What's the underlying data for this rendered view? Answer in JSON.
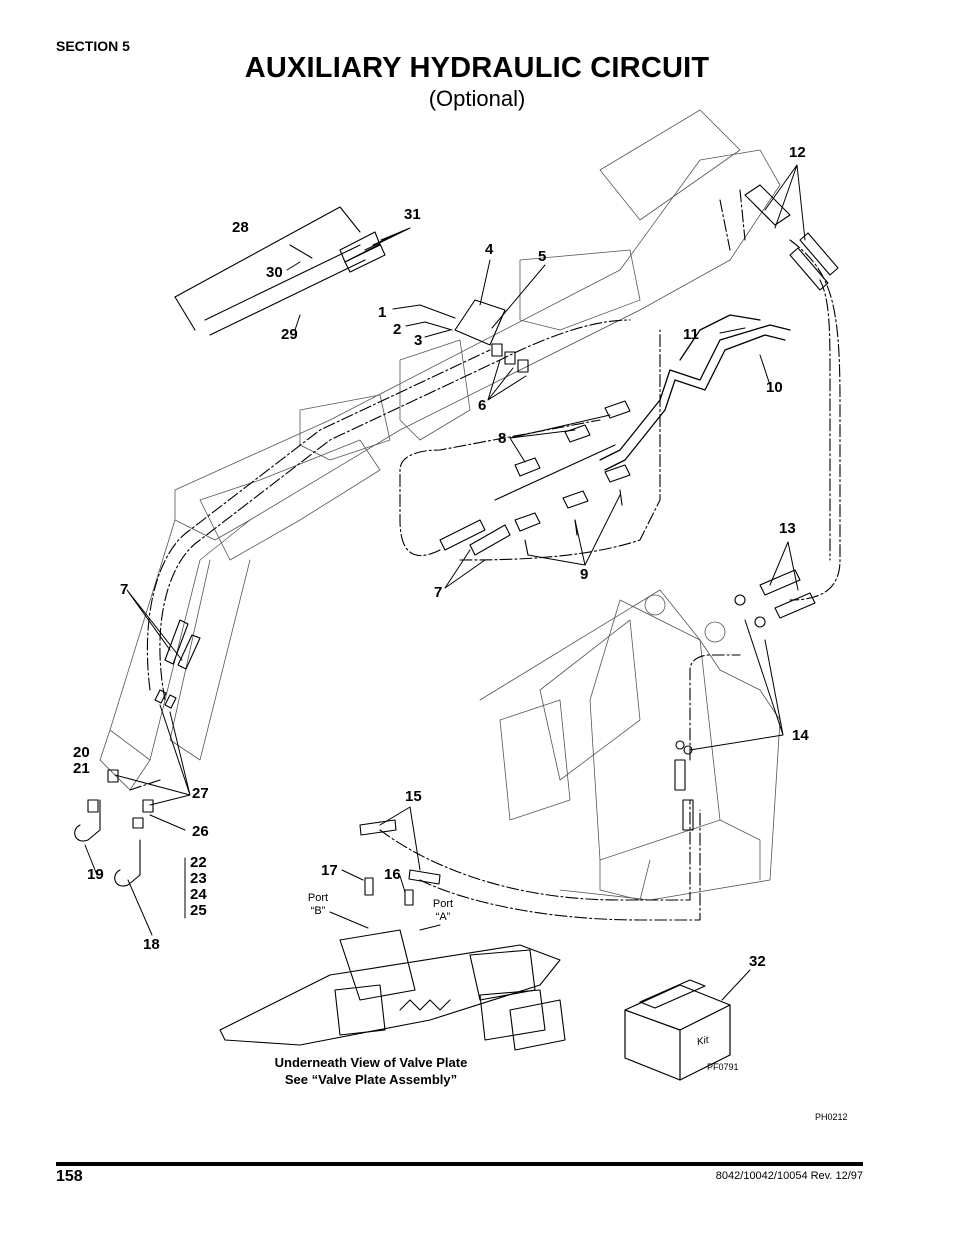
{
  "header": {
    "section": "SECTION 5",
    "title": "AUXILIARY HYDRAULIC CIRCUIT",
    "subtitle": "(Optional)"
  },
  "callouts": {
    "c1": "1",
    "c2": "2",
    "c3": "3",
    "c4": "4",
    "c5": "5",
    "c6": "6",
    "c7a": "7",
    "c7b": "7",
    "c8": "8",
    "c9": "9",
    "c10": "10",
    "c11": "11",
    "c12": "12",
    "c13": "13",
    "c14": "14",
    "c15": "15",
    "c16": "16",
    "c17": "17",
    "c18": "18",
    "c19": "19",
    "c20": "20",
    "c21": "21",
    "c22": "22",
    "c23": "23",
    "c24": "24",
    "c25": "25",
    "c26": "26",
    "c27": "27",
    "c28": "28",
    "c29": "29",
    "c30": "30",
    "c31": "31",
    "c32": "32"
  },
  "ports": {
    "b_label": "Port",
    "b_name": "“B”",
    "a_label": "Port",
    "a_name": "“A”"
  },
  "kit_label": "Kit",
  "caption": {
    "line1": "Underneath View of Valve Plate",
    "line2": "See “Valve Plate Assembly”"
  },
  "refs": {
    "kit_ref": "PF0791",
    "figure_ref": "PH0212"
  },
  "footer": {
    "page_number": "158",
    "doc_rev": "8042/10042/10054 Rev. 12/97"
  }
}
